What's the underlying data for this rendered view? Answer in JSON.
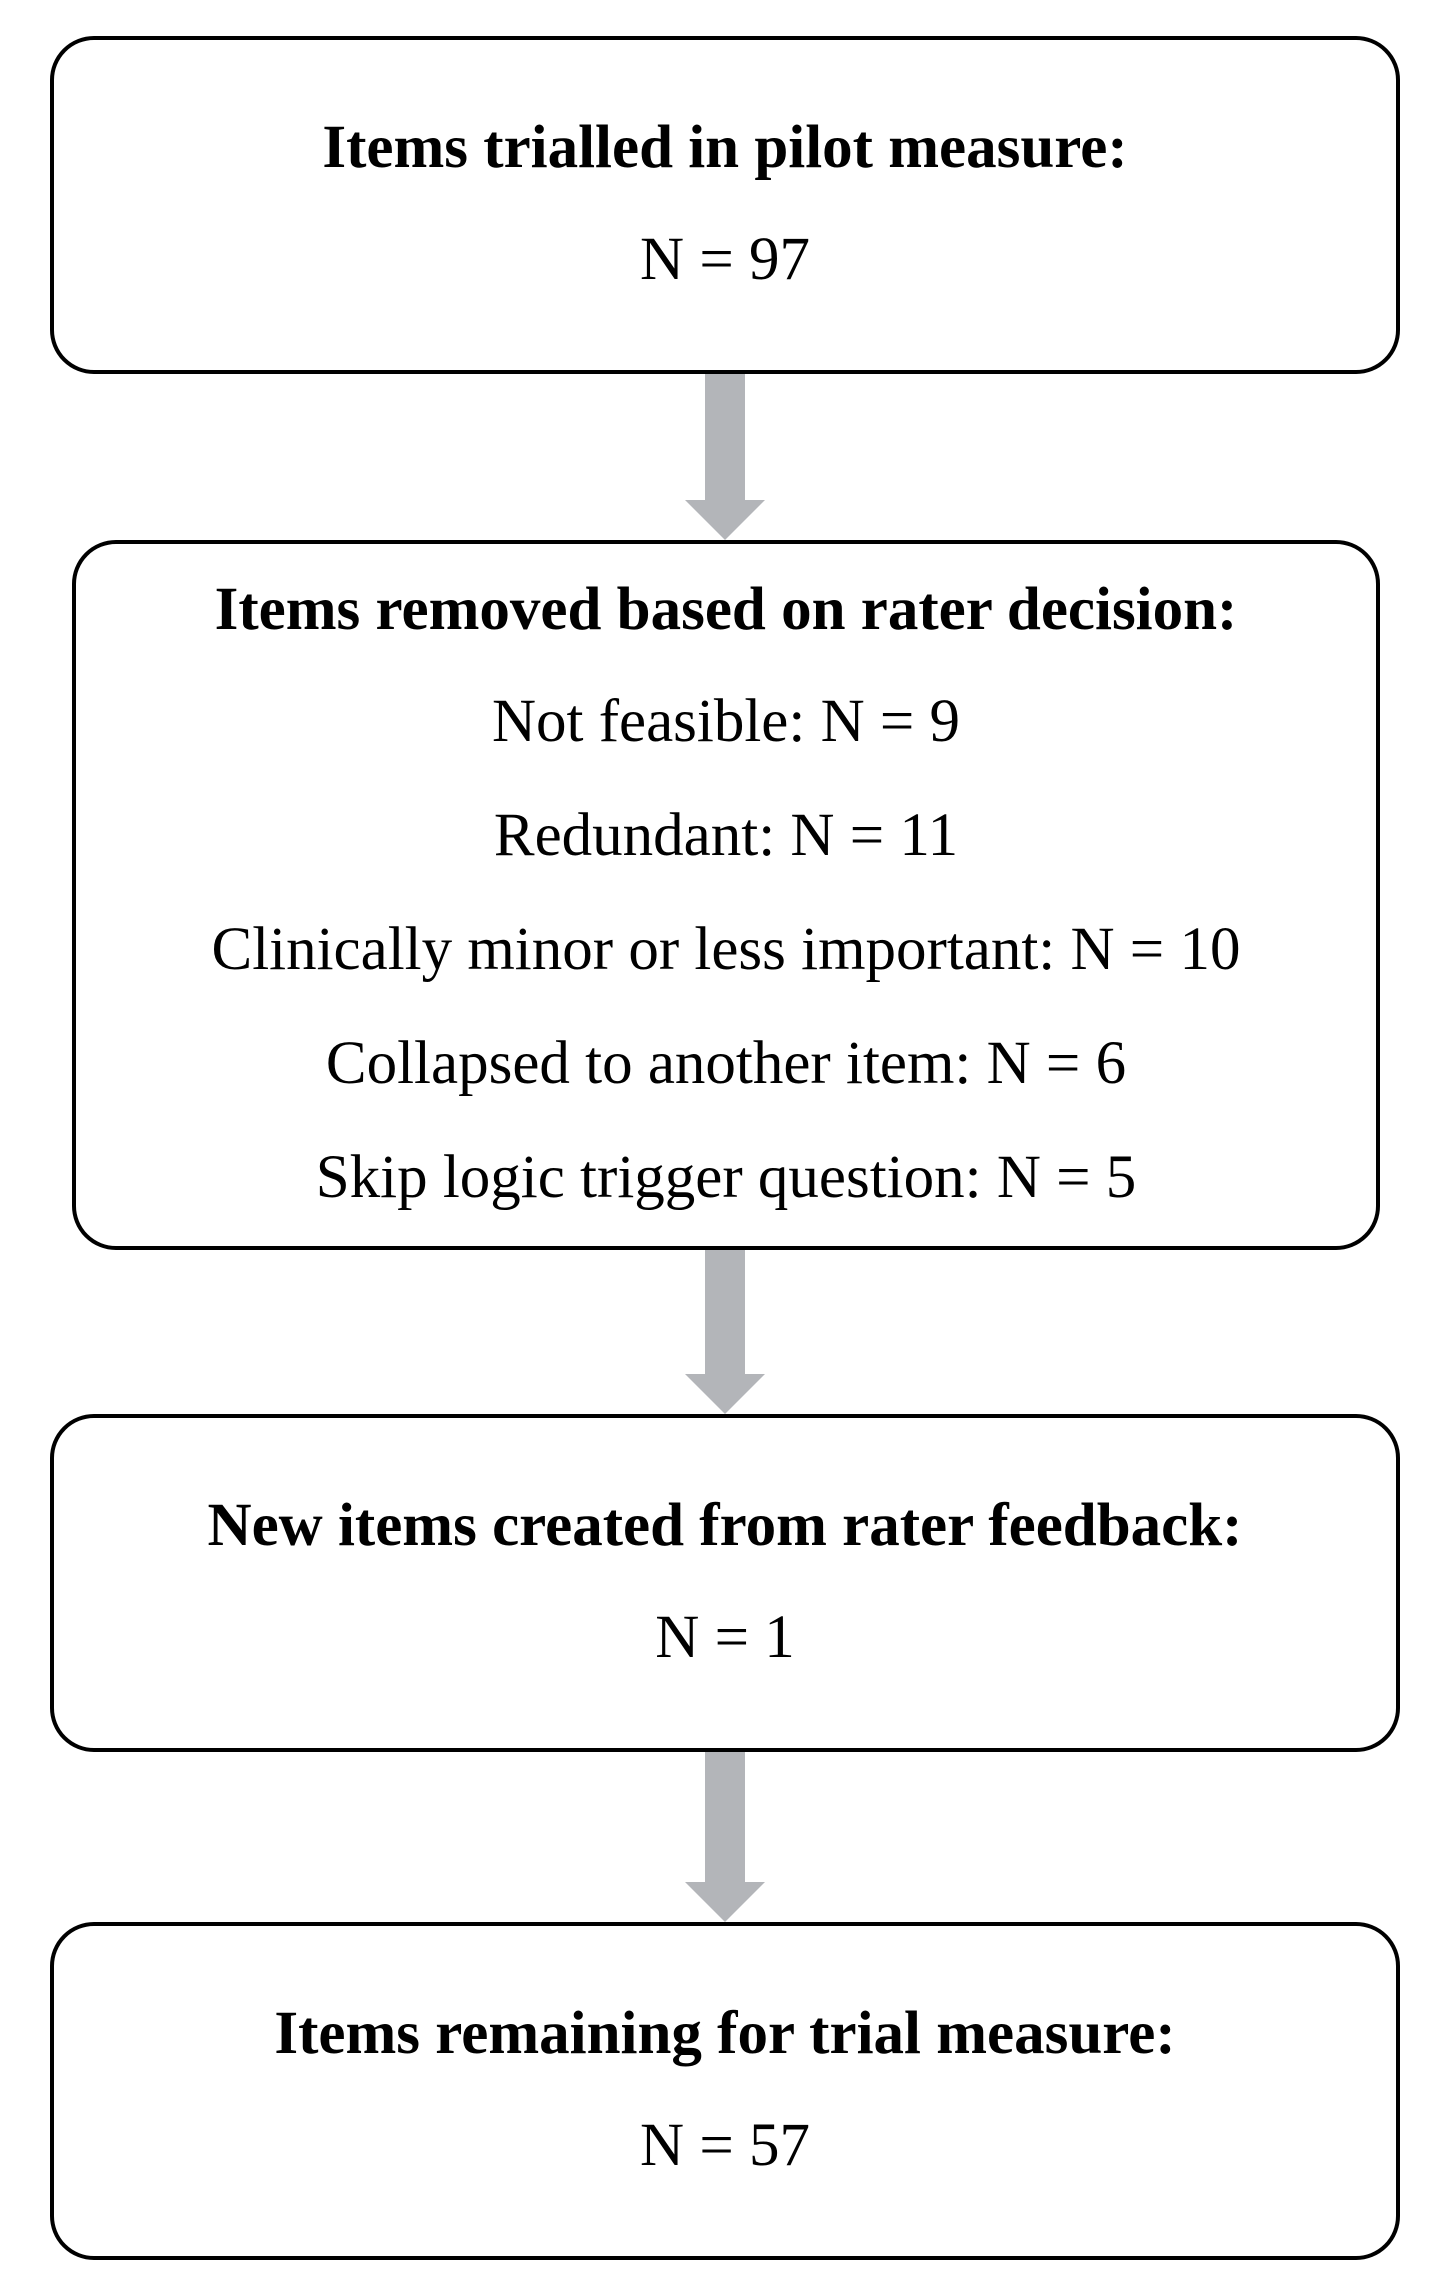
{
  "flowchart": {
    "colors": {
      "box_border": "#000000",
      "arrow_fill": "#b3b5b9"
    },
    "steps": [
      {
        "title": "Items trialled in pilot measure:",
        "lines": [
          "N = 97"
        ]
      },
      {
        "title": "Items removed based on rater decision:",
        "lines": [
          "Not feasible: N = 9",
          "Redundant: N = 11",
          "Clinically minor or less important: N = 10",
          "Collapsed to another item: N = 6",
          "Skip logic trigger question: N = 5"
        ]
      },
      {
        "title": "New items created from rater feedback:",
        "lines": [
          "N = 1"
        ]
      },
      {
        "title": "Items remaining for trial measure:",
        "lines": [
          "N = 57"
        ]
      }
    ]
  }
}
